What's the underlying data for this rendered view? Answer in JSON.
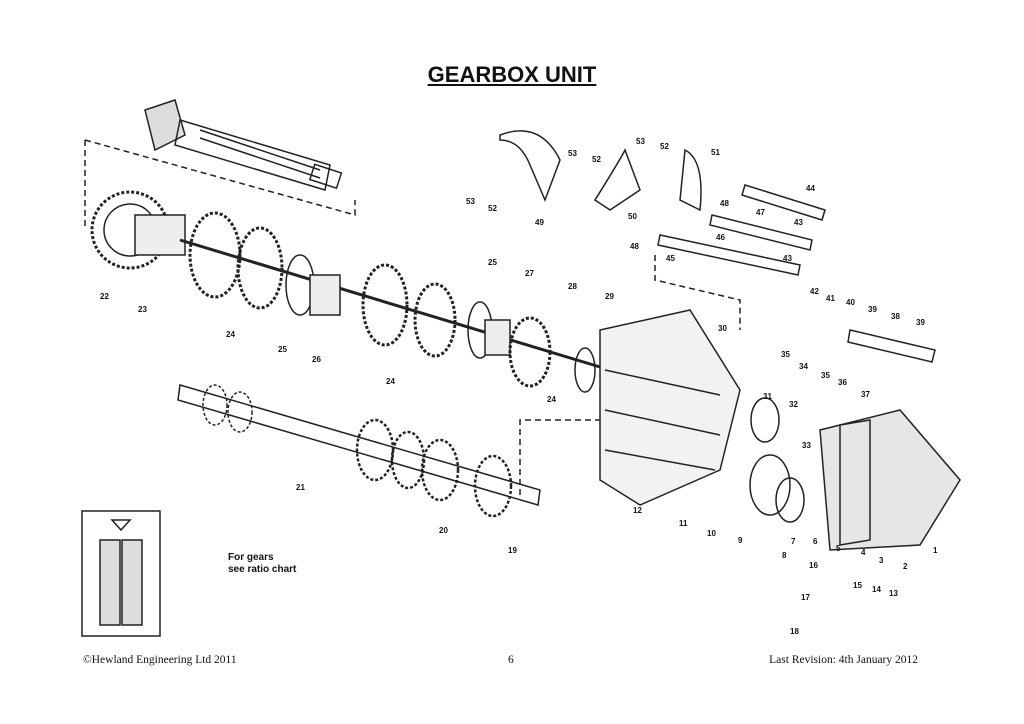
{
  "title": "GEARBOX UNIT",
  "note": {
    "line1": "For gears",
    "line2": "see ratio chart"
  },
  "part_labels": [
    "53",
    "52",
    "49",
    "53",
    "52",
    "53",
    "52",
    "50",
    "51",
    "48",
    "44",
    "47",
    "43",
    "46",
    "48",
    "45",
    "43",
    "42",
    "41",
    "40",
    "39",
    "38",
    "39",
    "22",
    "23",
    "24",
    "25",
    "26",
    "25",
    "27",
    "28",
    "29",
    "30",
    "24",
    "24",
    "35",
    "34",
    "35",
    "36",
    "37",
    "31",
    "32",
    "33",
    "21",
    "20",
    "19",
    "12",
    "11",
    "10",
    "9",
    "7",
    "6",
    "5",
    "4",
    "3",
    "2",
    "1",
    "8",
    "16",
    "15",
    "14",
    "13",
    "17",
    "18"
  ],
  "footer": {
    "copyright": "©Hewland Engineering Ltd 2011",
    "page": "6",
    "revision": "Last Revision: 4th January 2012"
  }
}
